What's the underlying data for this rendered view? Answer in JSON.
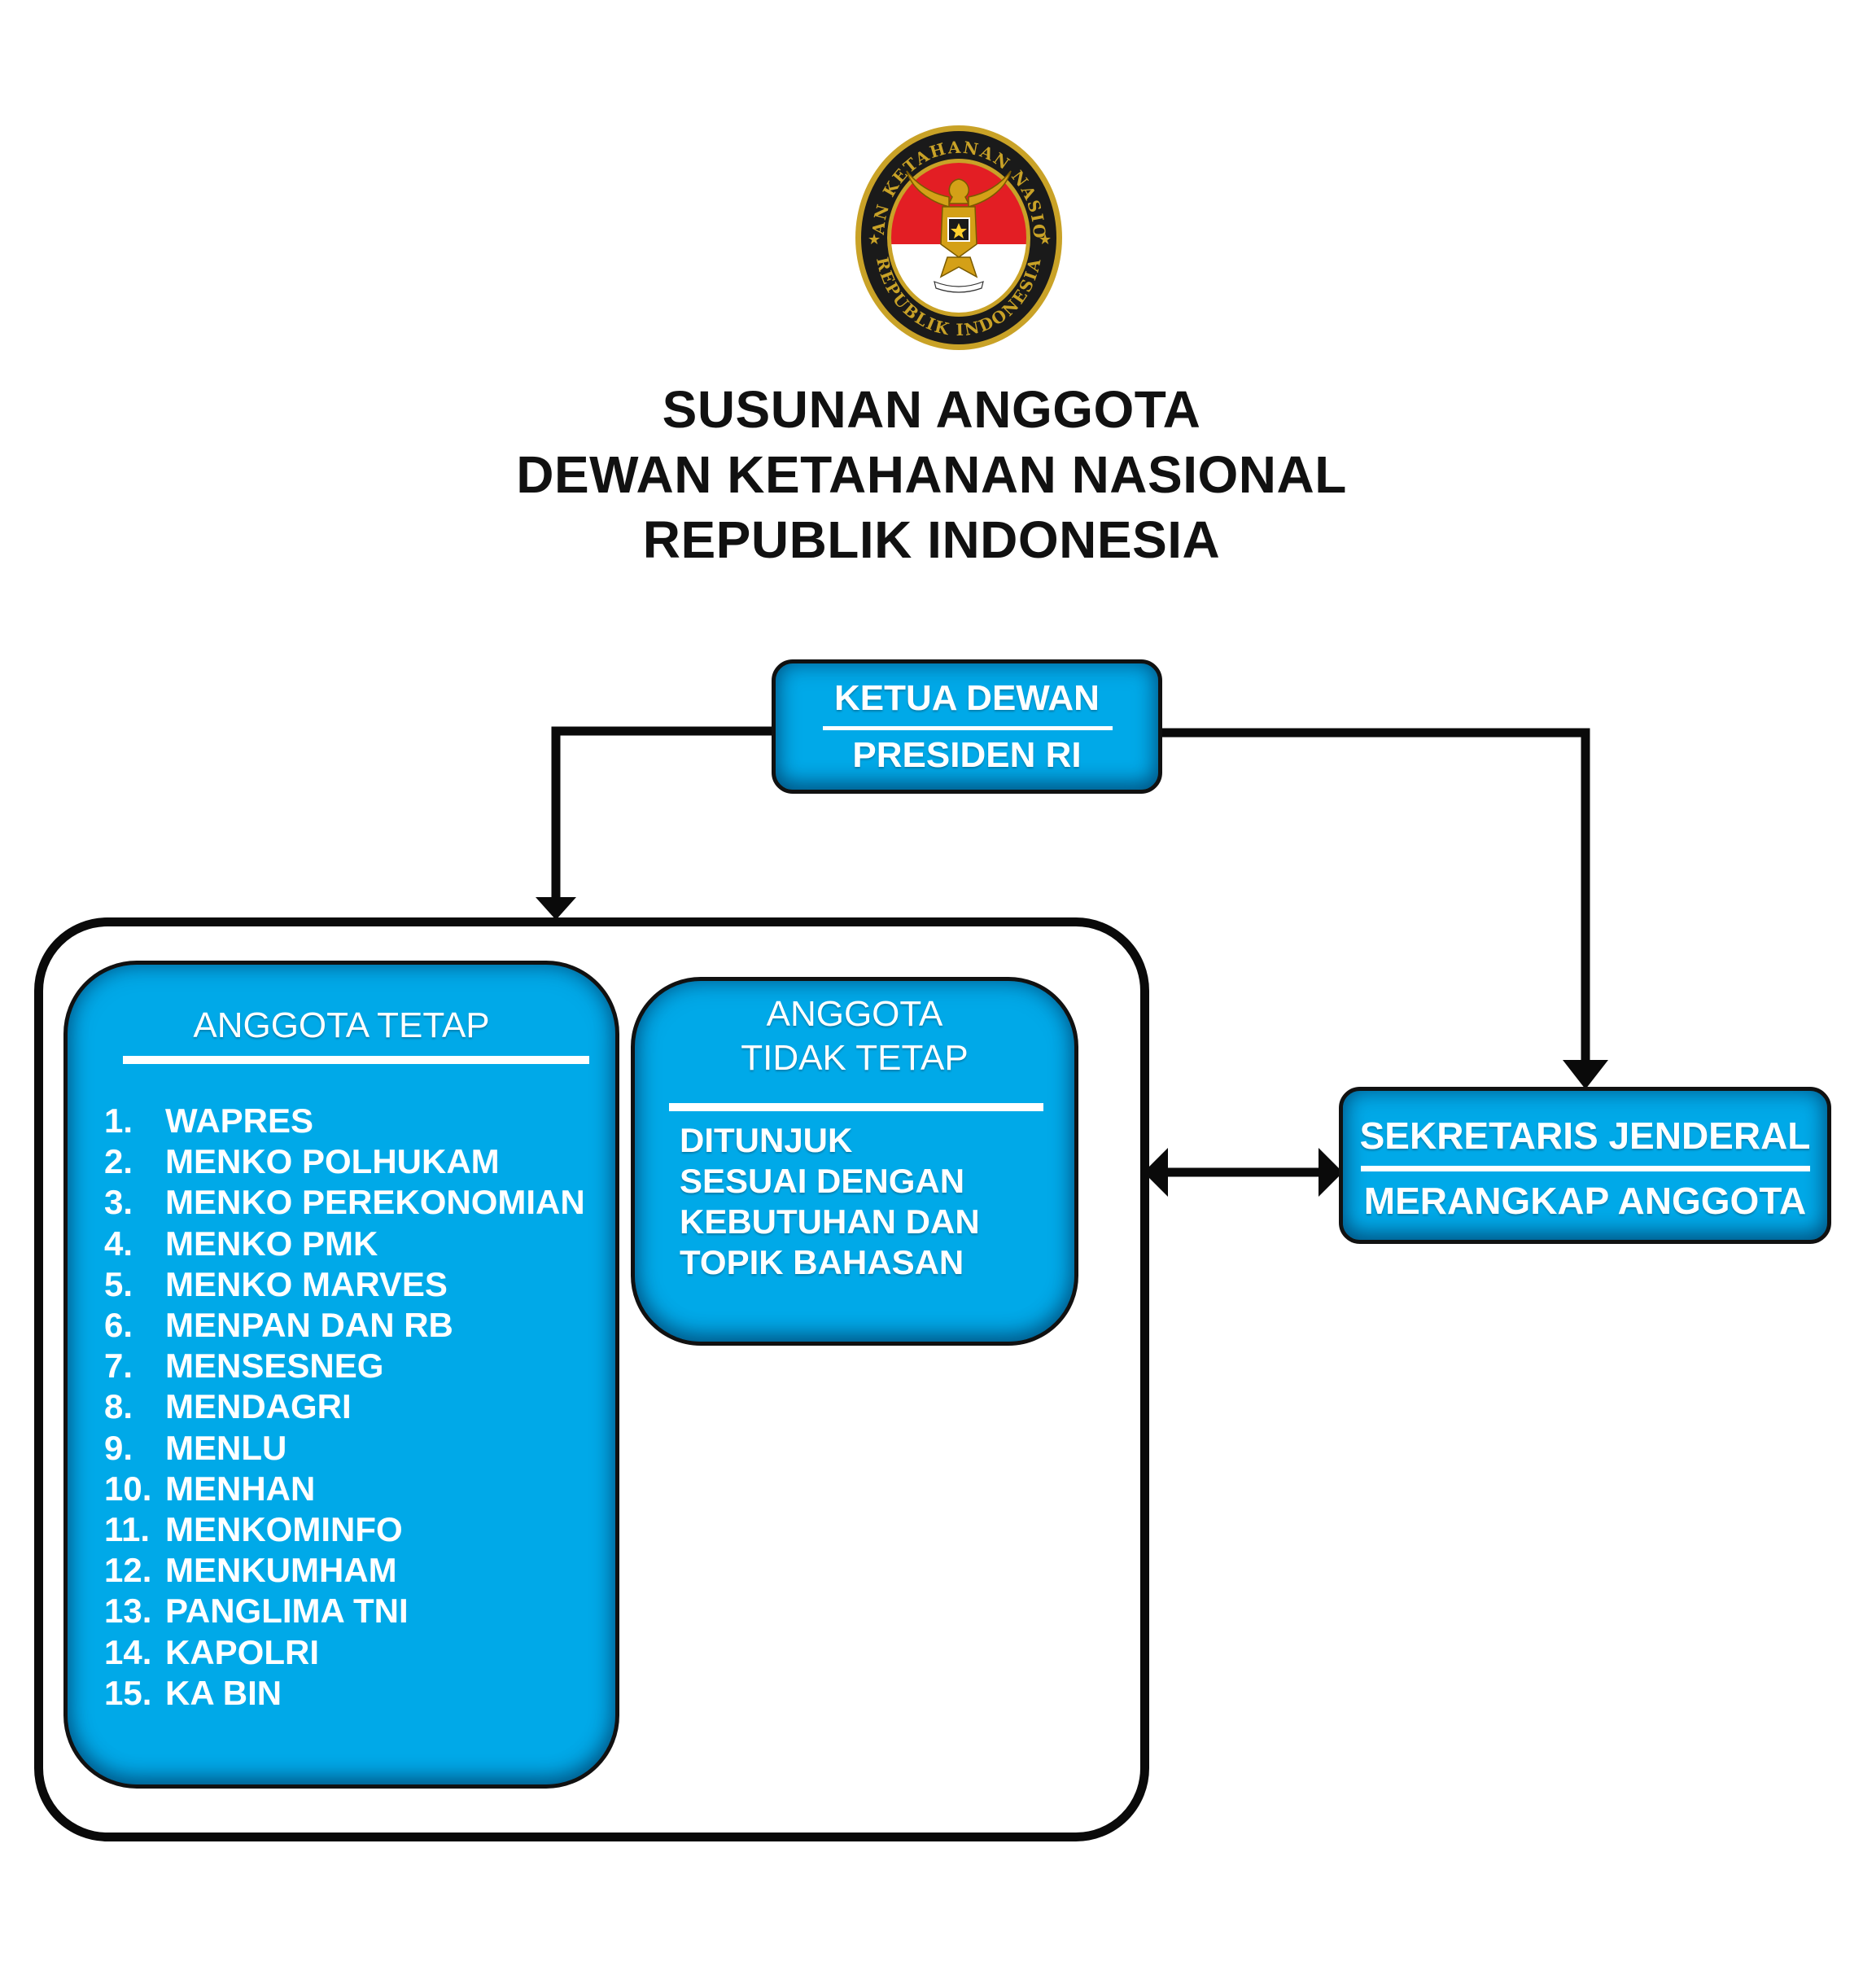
{
  "emblem": {
    "ring_text_top": "DEWAN KETAHANAN NASIONAL",
    "ring_text_bottom": "REPUBLIK INDONESIA",
    "icon": "garuda-emblem-icon",
    "colors": {
      "ring": "#1a1a1a",
      "gold": "#c9a227",
      "red": "#e31e24",
      "white": "#ffffff"
    }
  },
  "title": {
    "line1": "SUSUNAN ANGGOTA",
    "line2": "DEWAN KETAHANAN NASIONAL",
    "line3": "REPUBLIK INDONESIA"
  },
  "ketua": {
    "heading": "KETUA DEWAN",
    "subtitle": "PRESIDEN RI"
  },
  "anggota_tetap": {
    "heading": "ANGGOTA TETAP",
    "members": [
      {
        "num": "1.",
        "name": "WAPRES"
      },
      {
        "num": "2.",
        "name": "MENKO POLHUKAM"
      },
      {
        "num": "3.",
        "name": "MENKO PEREKONOMIAN"
      },
      {
        "num": "4.",
        "name": "MENKO PMK"
      },
      {
        "num": "5.",
        "name": "MENKO MARVES"
      },
      {
        "num": "6.",
        "name": "MENPAN DAN RB"
      },
      {
        "num": "7.",
        "name": "MENSESNEG"
      },
      {
        "num": "8.",
        "name": "MENDAGRI"
      },
      {
        "num": "9.",
        "name": "MENLU"
      },
      {
        "num": "10.",
        "name": "MENHAN"
      },
      {
        "num": "11.",
        "name": "MENKOMINFO"
      },
      {
        "num": "12.",
        "name": "MENKUMHAM"
      },
      {
        "num": "13.",
        "name": "PANGLIMA TNI"
      },
      {
        "num": "14.",
        "name": "KAPOLRI"
      },
      {
        "num": "15.",
        "name": "KA BIN"
      }
    ]
  },
  "anggota_tidak_tetap": {
    "heading_line1": "ANGGOTA",
    "heading_line2": "TIDAK TETAP",
    "body": [
      "DITUNJUK",
      "SESUAI DENGAN",
      "KEBUTUHAN DAN",
      "TOPIK BAHASAN"
    ]
  },
  "sekjen": {
    "heading": "SEKRETARIS JENDERAL",
    "subtitle": "MERANGKAP ANGGOTA"
  },
  "colors": {
    "box_fill": "#00a9e8",
    "box_border": "#111111",
    "text_on_box": "#ffffff",
    "connector": "#0a0a0a"
  }
}
